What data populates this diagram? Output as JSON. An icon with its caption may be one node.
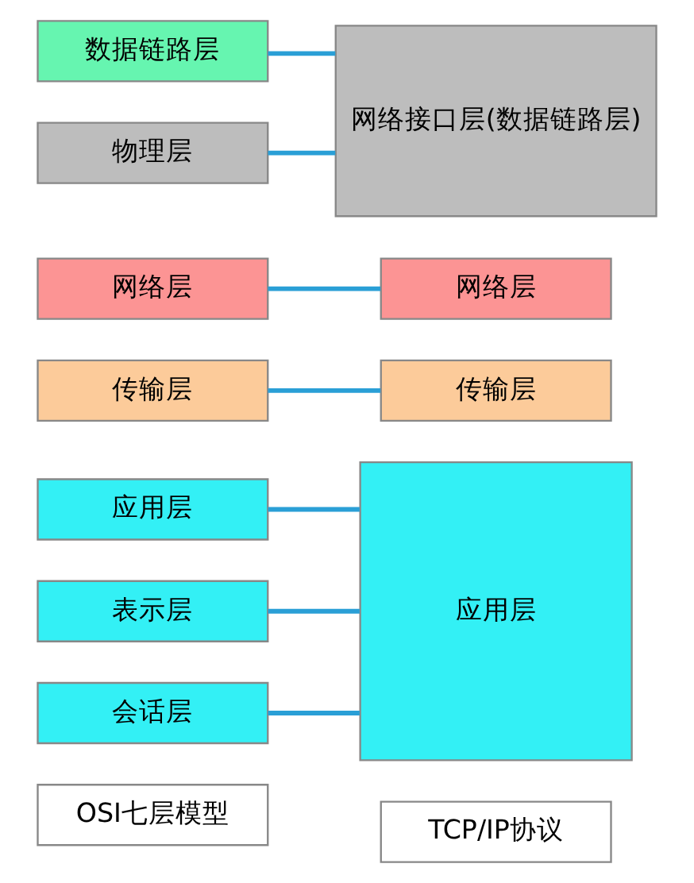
{
  "diagram": {
    "nodes": [
      {
        "text": [
          "OSI七层模型"
        ]
      },
      {
        "text": [
          "TCP/IP协议"
        ]
      },
      {
        "text": [
          "应用层"
        ]
      },
      {
        "text": [
          "表示层"
        ]
      },
      {
        "text": [
          "会话层"
        ]
      },
      {
        "text": [
          "应用层"
        ]
      },
      {
        "text": [
          "传输层"
        ]
      },
      {
        "text": [
          "传输层"
        ]
      },
      {
        "text": [
          "网络层"
        ]
      },
      {
        "text": [
          "网络层"
        ]
      },
      {
        "text": [
          "数据链路层"
        ]
      },
      {
        "text": [
          "物理层"
        ]
      },
      {
        "text": [
          "网络接口层(数据链路层)"
        ]
      }
    ],
    "edges": [
      {
        "from": 2,
        "to": 5,
        "arrow": "none"
      },
      {
        "from": 3,
        "to": 5,
        "arrow": "none"
      },
      {
        "from": 4,
        "to": 5,
        "arrow": "none"
      },
      {
        "from": 6,
        "to": 7,
        "arrow": "none"
      },
      {
        "from": 8,
        "to": 9,
        "arrow": "none"
      },
      {
        "from": 10,
        "to": 12,
        "arrow": "none"
      },
      {
        "from": 11,
        "to": 12,
        "arrow": "none"
      }
    ]
  }
}
